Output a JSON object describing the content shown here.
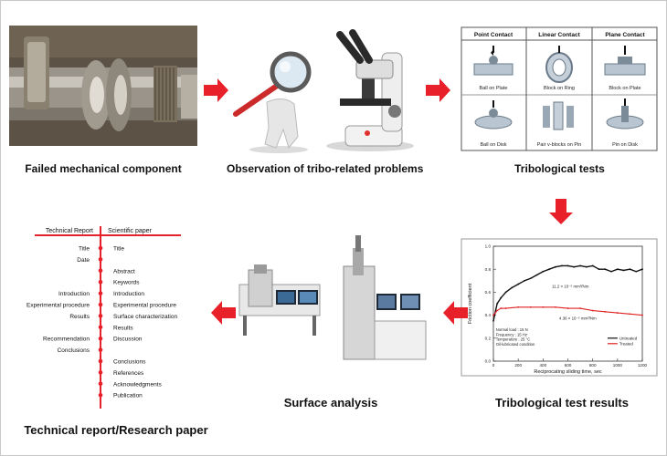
{
  "captions": {
    "failed": "Failed mechanical component",
    "observation": "Observation of tribo-related problems",
    "tests": "Tribological tests",
    "results": "Tribological test results",
    "surface": "Surface analysis",
    "report": "Technical report/Research paper"
  },
  "contact_table": {
    "headers": [
      "Point Contact",
      "Linear Contact",
      "Plane Contact"
    ],
    "cells": [
      "Ball on Plate",
      "Block on Ring",
      "Block on Plate",
      "Ball on Disk",
      "Pair v-blocks on Pin",
      "Pin on Disk"
    ]
  },
  "report_tree": {
    "left_header": "Technical Report",
    "right_header": "Scientific paper",
    "left_items": [
      "Title",
      "Date",
      "Introduction",
      "Experimental procedure",
      "Results",
      "Recommendation",
      "Conclusions"
    ],
    "right_items": [
      "Title",
      "Abstract",
      "Keywords",
      "Introduction",
      "Experimental procedure",
      "Surface characterization",
      "Results",
      "Discussion",
      "Conclusions",
      "References",
      "Acknowledgments",
      "Publication"
    ]
  },
  "chart_data": {
    "type": "line",
    "xlabel": "Reciprocating sliding time, sec",
    "ylabel": "Friction coefficient",
    "xlim": [
      0,
      1200
    ],
    "ylim": [
      0.0,
      1.0
    ],
    "xticks": [
      0,
      200,
      400,
      600,
      800,
      1000,
      1200
    ],
    "yticks": [
      0.0,
      0.2,
      0.4,
      0.6,
      0.8,
      1.0
    ],
    "xtick_labels": [
      "0",
      "200",
      "400",
      "600",
      "800",
      "1000",
      "1200"
    ],
    "ytick_labels": [
      "0.0",
      "0.2",
      "0.4",
      "0.6",
      "0.8",
      "1.0"
    ],
    "series": [
      {
        "name": "Untreated",
        "color": "#111111",
        "x": [
          0,
          30,
          60,
          100,
          150,
          200,
          250,
          300,
          350,
          400,
          450,
          500,
          550,
          600,
          650,
          700,
          750,
          800,
          850,
          900,
          950,
          1000,
          1050,
          1100,
          1150,
          1200
        ],
        "y": [
          0.35,
          0.5,
          0.55,
          0.6,
          0.64,
          0.67,
          0.7,
          0.72,
          0.75,
          0.78,
          0.8,
          0.82,
          0.83,
          0.83,
          0.82,
          0.83,
          0.82,
          0.83,
          0.8,
          0.8,
          0.78,
          0.8,
          0.79,
          0.8,
          0.78,
          0.8
        ]
      },
      {
        "name": "Treated",
        "color": "#e02020",
        "x": [
          0,
          30,
          60,
          100,
          200,
          300,
          400,
          500,
          600,
          700,
          800,
          900,
          1000,
          1100,
          1200
        ],
        "y": [
          0.4,
          0.44,
          0.46,
          0.46,
          0.47,
          0.47,
          0.47,
          0.47,
          0.46,
          0.46,
          0.44,
          0.43,
          0.42,
          0.41,
          0.4
        ]
      }
    ],
    "annotations": [
      "11.2 × 10⁻⁵ mm³/Nm",
      "4.36 × 10⁻⁵ mm³/Nm"
    ],
    "conditions": [
      "Normal load : 15 N",
      "Frequency : 15 Hz",
      "Temperature : 25 °C",
      "Oil-lubricated condition"
    ],
    "legend_placement": "bottom-right"
  },
  "colors": {
    "arrow": "#e8202a",
    "tree": "#e8202a"
  }
}
